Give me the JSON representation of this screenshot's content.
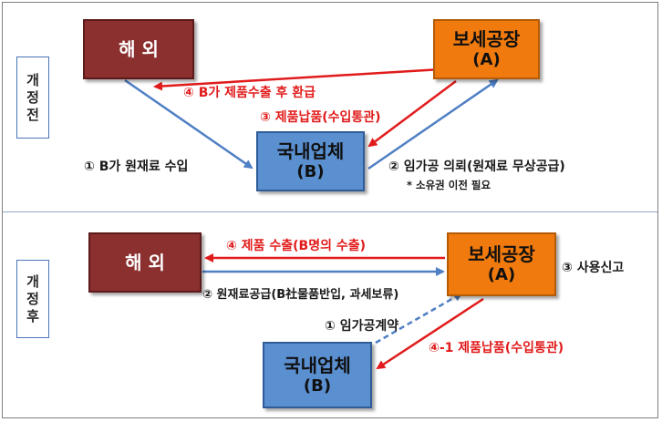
{
  "before": {
    "section_label": "개정전",
    "overseas": "해 외",
    "bonded_factory": {
      "name": "보세공장",
      "code": "(A)"
    },
    "domestic": {
      "name": "국내업체",
      "code": "(B)"
    },
    "step1": "① B가 원재료 수입",
    "step2": "② 임가공 의뢰(원재료 무상공급)",
    "note": "* 소유권 이전 필요",
    "step3": "③ 제품납품(수입통관)",
    "step4": "④ B가 제품수출 후 환급"
  },
  "after": {
    "section_label": "개정후",
    "overseas": "해 외",
    "bonded_factory": {
      "name": "보세공장",
      "code": "(A)"
    },
    "domestic": {
      "name": "국내업체",
      "code": "(B)"
    },
    "step1": "① 임가공계약",
    "step2": "② 원재료공급(B社물품반입, 과세보류)",
    "step3": "③ 사용신고",
    "step4": "④ 제품 수출(B명의 수출)",
    "step4_1": "④-1 제품납품(수입통관)"
  },
  "colors": {
    "red_arrow": "#e11b1b",
    "blue_arrow": "#4f7fc4",
    "overseas_fill": "#8b2f2f",
    "bonded_fill": "#f07a0e",
    "domestic_fill": "#5a8fd0"
  }
}
